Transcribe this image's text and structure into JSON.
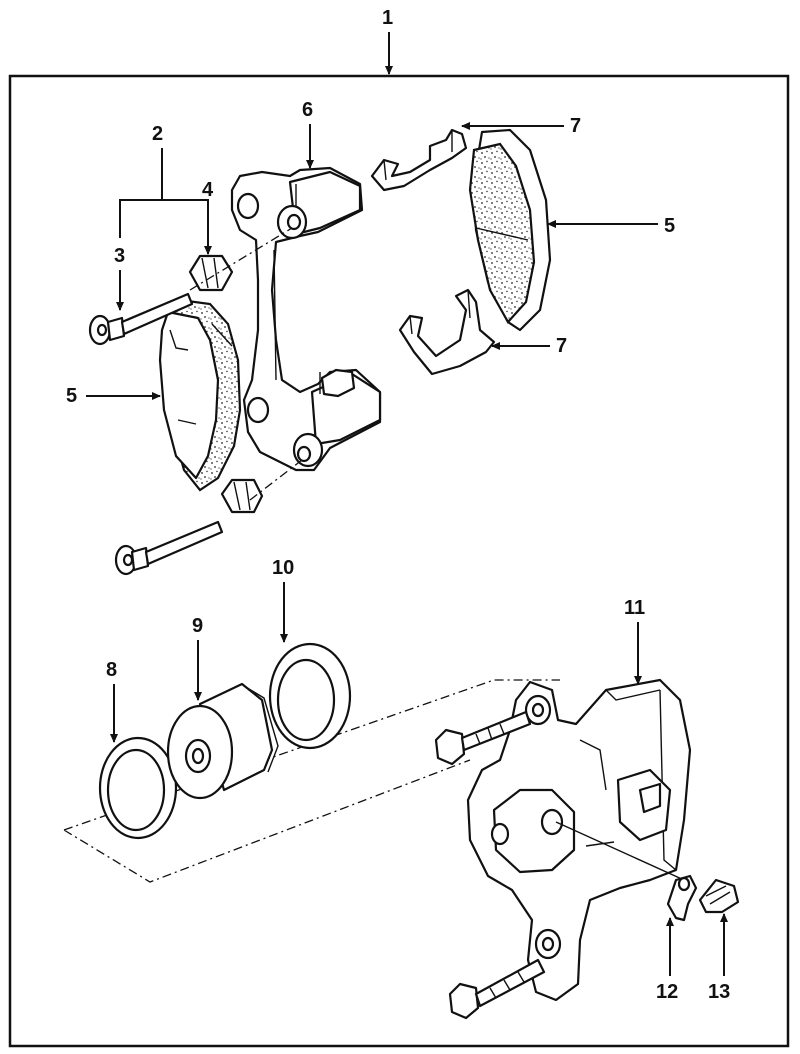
{
  "diagram": {
    "labels": {
      "l1": "1",
      "l2": "2",
      "l3": "3",
      "l4": "4",
      "l5a": "5",
      "l5b": "5",
      "l6": "6",
      "l7a": "7",
      "l7b": "7",
      "l8": "8",
      "l9": "9",
      "l10": "10",
      "l11": "11",
      "l12": "12",
      "l13": "13"
    }
  }
}
